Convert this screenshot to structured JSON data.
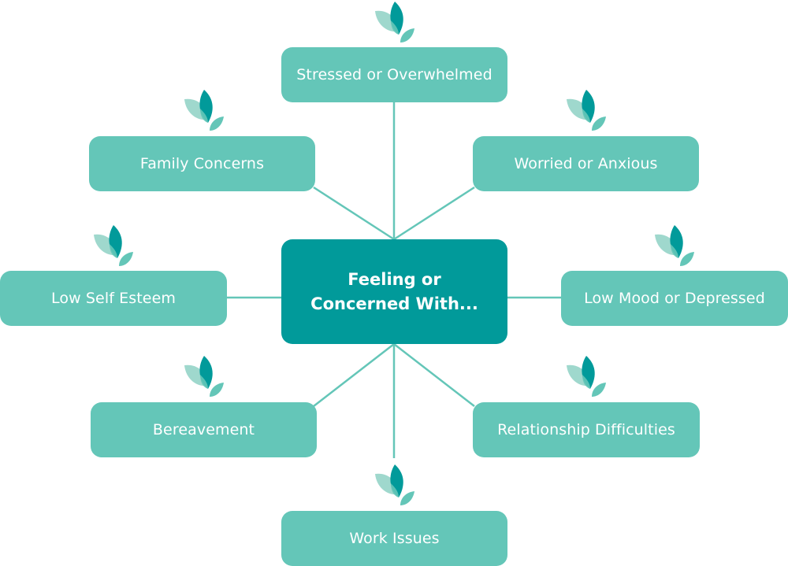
{
  "center": {
    "line1": "Feeling or",
    "line2": "Concerned With..."
  },
  "topics": [
    {
      "id": "stressed",
      "label": "Stressed or Overwhelmed"
    },
    {
      "id": "family",
      "label": "Family Concerns"
    },
    {
      "id": "worried",
      "label": "Worried or Anxious"
    },
    {
      "id": "self-esteem",
      "label": "Low Self Esteem"
    },
    {
      "id": "low-mood",
      "label": "Low Mood or Depressed"
    },
    {
      "id": "bereavement",
      "label": "Bereavement"
    },
    {
      "id": "relationship",
      "label": "Relationship Difficulties"
    },
    {
      "id": "work",
      "label": "Work Issues"
    }
  ],
  "colors": {
    "node": "#64c6b8",
    "center": "#019a9a",
    "line": "#64c6b8",
    "leaf_dark": "#019a9a",
    "leaf_mid": "#64c6b8",
    "leaf_light": "#9fd8cd"
  }
}
